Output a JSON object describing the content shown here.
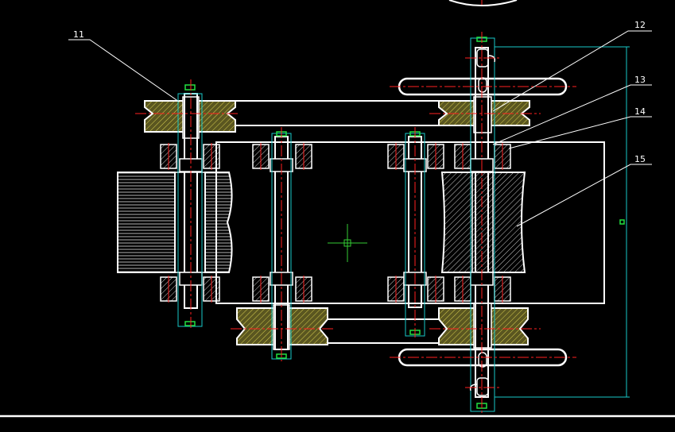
{
  "drawing": {
    "callouts": [
      {
        "id": "11",
        "text": "11"
      },
      {
        "id": "12",
        "text": "12"
      },
      {
        "id": "13",
        "text": "13"
      },
      {
        "id": "14",
        "text": "14"
      },
      {
        "id": "15",
        "text": "15"
      }
    ],
    "colors": {
      "background": "#000000",
      "outline": "#ffffff",
      "centerline": "#ff2020",
      "dimension": "#19c8c8",
      "hatch_gear": "#d2c84a",
      "green": "#22e040",
      "crosshair": "#33cc33"
    }
  }
}
